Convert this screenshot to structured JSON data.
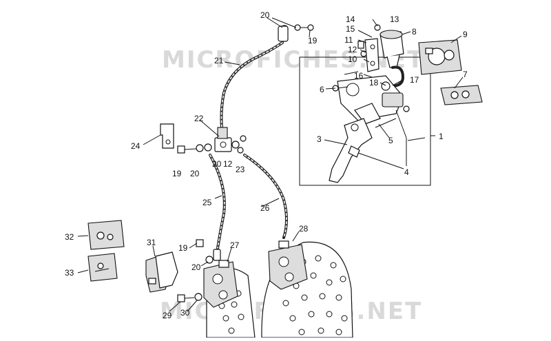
{
  "watermark": {
    "top": "MICROFICHES.NET",
    "bottom": "MICROFICHES.NET"
  },
  "labels": {
    "l1": "1",
    "l3": "3",
    "l4": "4",
    "l5": "5",
    "l6": "6",
    "l7": "7",
    "l8": "8",
    "l9": "9",
    "l10": "10",
    "l11": "11",
    "l12a": "12",
    "l12b": "12",
    "l13": "13",
    "l14": "14",
    "l15": "15",
    "l16": "16",
    "l17": "17",
    "l18": "18",
    "l19a": "19",
    "l19b": "19",
    "l19c": "19",
    "l20a": "20",
    "l20b": "20",
    "l20c": "20",
    "l20d": "20",
    "l21": "21",
    "l22": "22",
    "l23": "23",
    "l24": "24",
    "l25": "25",
    "l26": "26",
    "l27": "27",
    "l28": "28",
    "l29": "29",
    "l30": "30",
    "l31": "31",
    "l32": "32",
    "l33": "33"
  }
}
